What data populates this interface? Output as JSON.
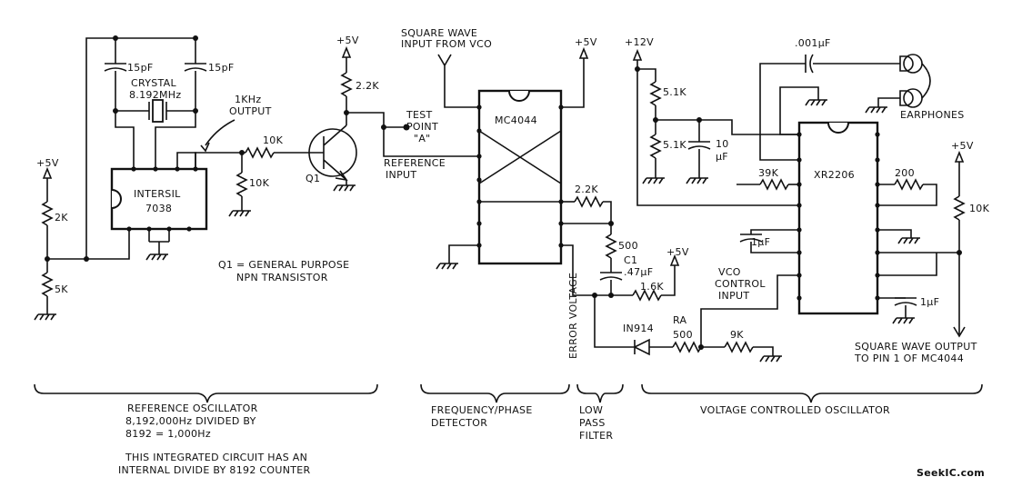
{
  "components": {
    "c1_15pf": "15pF",
    "c2_15pf": "15pF",
    "crystal_line1": "CRYSTAL",
    "crystal_line2": "8.192MHz",
    "output_1khz_line1": "1KHz",
    "output_1khz_line2": "OUTPUT",
    "vcc_5v": "+5V",
    "r_2k": "2K",
    "r_5k": "5K",
    "intersil_line1": "INTERSIL",
    "intersil_line2": "7038",
    "r_10k_series": "10K",
    "r_10k_shunt": "10K",
    "q1_label": "Q1",
    "q1_note_line1": "Q1 = GENERAL PURPOSE",
    "q1_note_line2": "NPN TRANSISTOR",
    "q1_vcc": "+5V",
    "r_2_2k_collector": "2.2K",
    "test_point_line1": "TEST",
    "test_point_line2": "POINT",
    "test_point_line3": "\"A\"",
    "reference_input_line1": "REFERENCE",
    "reference_input_line2": "INPUT",
    "square_wave_in_line1": "SQUARE WAVE",
    "square_wave_in_line2": "INPUT FROM VCO",
    "mc4044": "MC4044",
    "mc4044_vcc": "+5V",
    "r_2_2k_filter": "2.2K",
    "r_500_filter": "500",
    "c1_label": "C1",
    "c1_value": ".47µF",
    "filter_vcc": "+5V",
    "r_1_6k": "1.6K",
    "error_voltage": "ERROR VOLTAGE",
    "diode": "IN914",
    "ra_label": "RA",
    "ra_value": "500",
    "r_9k": "9K",
    "vco_control_line1": "VCO",
    "vco_control_line2": "CONTROL",
    "vco_control_line3": "INPUT",
    "vcc_12v": "+12V",
    "r_5_1k_top": "5.1K",
    "r_5_1k_bottom": "5.1K",
    "c_10uf_line1": "10",
    "c_10uf_line2": "µF",
    "r_39k": "39K",
    "c_001uf": ".001µF",
    "earphones": "EARPHONES",
    "xr2206": "XR2206",
    "r_200": "200",
    "vco_vcc": "+5V",
    "r_10k_vco": "10K",
    "c_1uf_left": "1µF",
    "c_1uf_right": "1µF",
    "square_out_line1": "SQUARE WAVE OUTPUT",
    "square_out_line2": "TO PIN 1 OF MC4044"
  },
  "sections": {
    "reference_oscillator_title": "REFERENCE OSCILLATOR",
    "reference_oscillator_line2": "8,192,000Hz DIVIDED BY",
    "reference_oscillator_line3": "8192 = 1,000Hz",
    "reference_oscillator_note1": "THIS INTEGRATED CIRCUIT HAS AN",
    "reference_oscillator_note2": "INTERNAL DIVIDE BY 8192 COUNTER",
    "phase_detector_line1": "FREQUENCY/PHASE",
    "phase_detector_line2": "DETECTOR",
    "low_pass_line1": "LOW",
    "low_pass_line2": "PASS",
    "low_pass_line3": "FILTER",
    "vco_title": "VOLTAGE CONTROLLED OSCILLATOR"
  },
  "watermark": "SeekIC.com"
}
